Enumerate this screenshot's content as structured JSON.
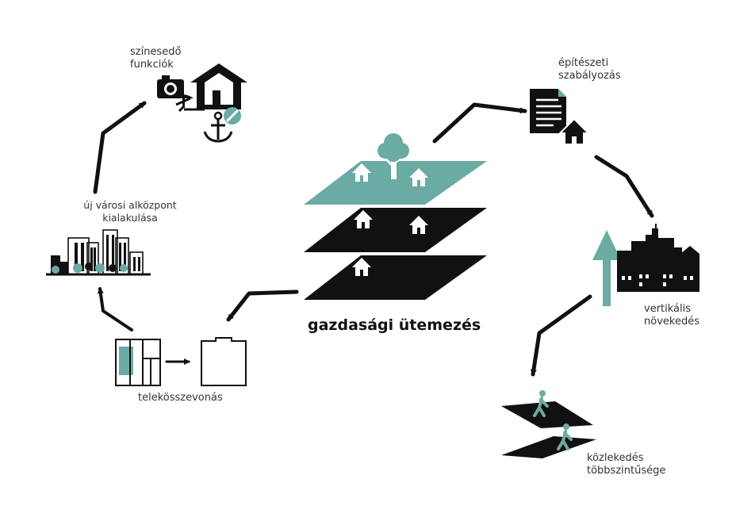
{
  "title": "gazdasági ütemezés",
  "nodes": {
    "colored_functions": {
      "line1": "színesedő",
      "line2": "funkciók"
    },
    "architectural_regulation": {
      "line1": "építészeti",
      "line2": "szabályozás"
    },
    "vertical_growth": {
      "line1": "vertikális",
      "line2": "növekedés"
    },
    "multilevel_transport": {
      "line1": "közlekedés",
      "line2": "többszintűsége"
    },
    "plot_merging": {
      "line1": "telekösszevonás"
    },
    "sub_center": {
      "line1": "új városi alközpont",
      "line2": "kialakulása"
    }
  },
  "colors": {
    "accent": "#6aaba3",
    "ink": "#111111",
    "text": "#333333"
  }
}
